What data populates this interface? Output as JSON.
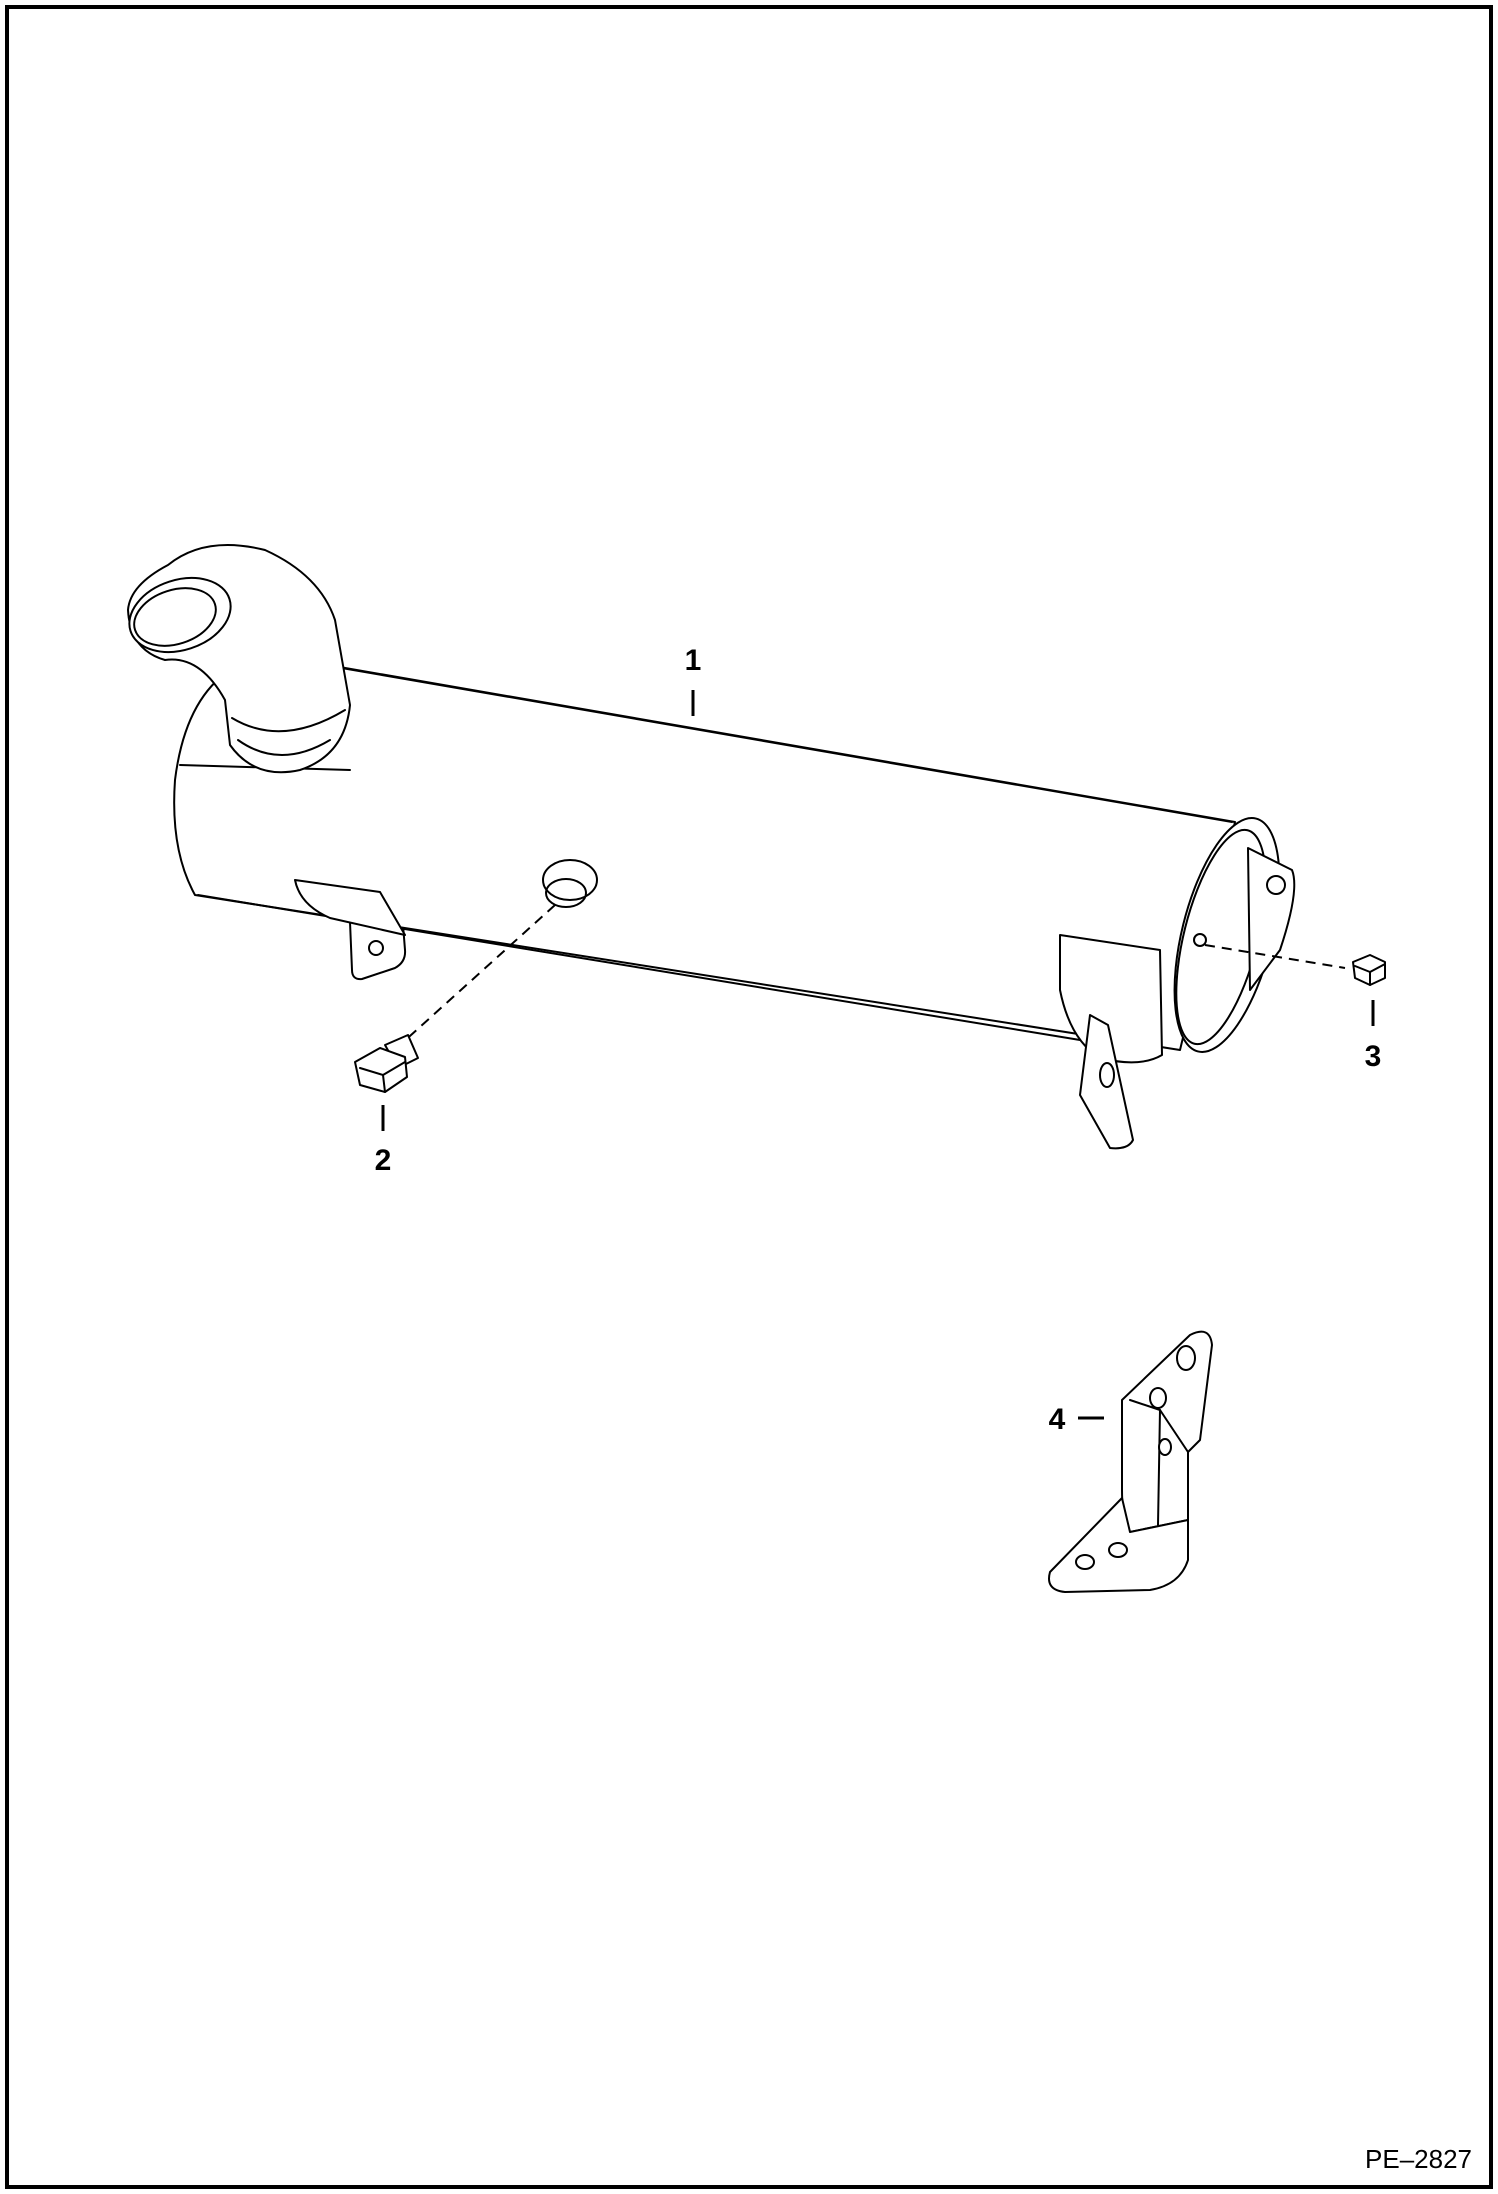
{
  "diagram": {
    "figure_code": "PE–2827",
    "callouts": [
      {
        "id": "1",
        "label": "1"
      },
      {
        "id": "2",
        "label": "2"
      },
      {
        "id": "3",
        "label": "3"
      },
      {
        "id": "4",
        "label": "4"
      }
    ],
    "line_color": "#000000",
    "background_color": "#ffffff"
  }
}
